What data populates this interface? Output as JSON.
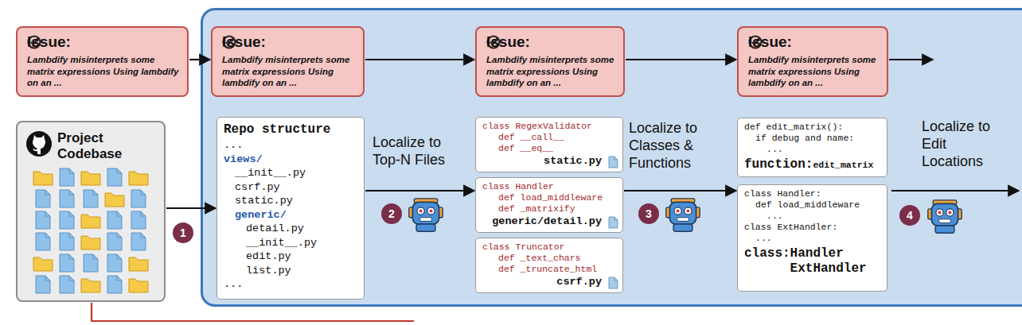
{
  "diagram": {
    "nodes": [
      {
        "text": [
          "Issue:",
          "Lambdify misinterprets some matrix expressions Using lambdify on an ..."
        ]
      },
      {
        "text": [
          "Project Codebase"
        ]
      },
      {
        "text": [
          "Issue:",
          "Lambdify misinterprets some matrix expressions Using lambdify on an ..."
        ]
      },
      {
        "text": [
          "Repo structure",
          "...",
          "views/",
          "__init__.py",
          "csrf.py",
          "static.py",
          "generic/",
          "detail.py",
          "__init__.py",
          "edit.py",
          "list.py",
          "..."
        ]
      },
      {
        "text": [
          "Issue:",
          "Lambdify misinterprets some matrix expressions Using lambdify on an ..."
        ]
      },
      {
        "text": [
          "class RegexValidator",
          "def __call__",
          "def __eq__",
          "static.py"
        ]
      },
      {
        "text": [
          "class Handler",
          "def load_middleware",
          "def _matrixify",
          "generic/detail.py"
        ]
      },
      {
        "text": [
          "class Truncator",
          "def _text_chars",
          "def _truncate_html",
          "csrf.py"
        ]
      },
      {
        "text": [
          "Issue:",
          "Lambdify misinterprets some matrix expressions Using lambdify on an ..."
        ]
      },
      {
        "text": [
          "def edit_matrix():",
          "if debug and name:",
          "...",
          "function:",
          "edit_matrix"
        ]
      },
      {
        "text": [
          "class Handler:",
          "def load_middleware",
          "...",
          "class ExtHandler:",
          "...",
          "class:",
          "Handler ExtHandler"
        ]
      }
    ],
    "edges": [
      {
        "from": 0,
        "to": 2,
        "arrow": "to"
      },
      {
        "from": 2,
        "to": 4,
        "arrow": "to"
      },
      {
        "from": 4,
        "to": 8,
        "arrow": "to"
      },
      {
        "from": 1,
        "to": 3,
        "arrow": "to"
      },
      {
        "from": 3,
        "to": 6,
        "arrow": "to",
        "label": "Localize to Top-N Files"
      },
      {
        "from": 6,
        "to": 10,
        "arrow": "to",
        "label": "Localize to Classes & Functions"
      }
    ],
    "labels": [
      "1",
      "2",
      "3",
      "4",
      "Localize to Edit Locations"
    ]
  }
}
